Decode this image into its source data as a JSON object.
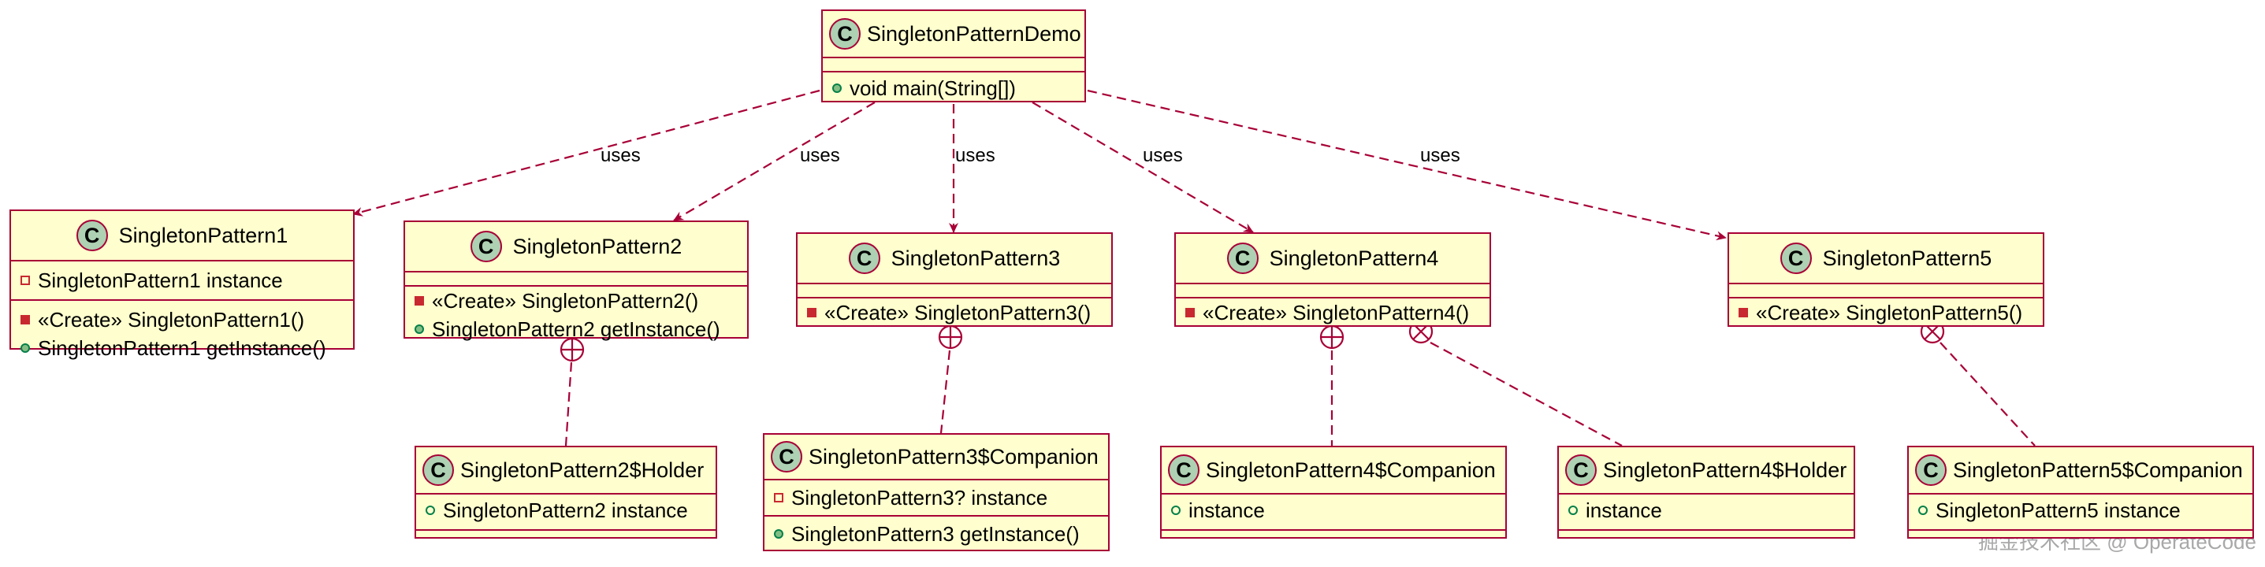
{
  "diagram": {
    "class_marker": "C",
    "relation_label": "uses",
    "demo": {
      "name": "SingletonPatternDemo",
      "methods": [
        "void main(String[])"
      ]
    },
    "p1": {
      "name": "SingletonPattern1",
      "fields": [
        "SingletonPattern1 instance"
      ],
      "methods": [
        "«Create» SingletonPattern1()",
        "SingletonPattern1 getInstance()"
      ]
    },
    "p2": {
      "name": "SingletonPattern2",
      "methods": [
        "«Create» SingletonPattern2()",
        "SingletonPattern2 getInstance()"
      ]
    },
    "p3": {
      "name": "SingletonPattern3",
      "methods": [
        "«Create» SingletonPattern3()"
      ]
    },
    "p4": {
      "name": "SingletonPattern4",
      "methods": [
        "«Create» SingletonPattern4()"
      ]
    },
    "p5": {
      "name": "SingletonPattern5",
      "methods": [
        "«Create» SingletonPattern5()"
      ]
    },
    "p2holder": {
      "name": "SingletonPattern2$Holder",
      "fields": [
        "SingletonPattern2 instance"
      ]
    },
    "p3companion": {
      "name": "SingletonPattern3$Companion",
      "fields": [
        "SingletonPattern3? instance"
      ],
      "methods": [
        "SingletonPattern3 getInstance()"
      ]
    },
    "p4companion": {
      "name": "SingletonPattern4$Companion",
      "fields": [
        "instance"
      ]
    },
    "p4holder": {
      "name": "SingletonPattern4$Holder",
      "fields": [
        "instance"
      ]
    },
    "p5companion": {
      "name": "SingletonPattern5$Companion",
      "fields": [
        "SingletonPattern5 instance"
      ]
    }
  },
  "watermark": "掘金技术社区 @ OperateCode",
  "colors": {
    "border": "#a80036",
    "fill": "#fefece",
    "class_icon": "#add1b2",
    "private": "#c82930",
    "public": "#038048"
  }
}
